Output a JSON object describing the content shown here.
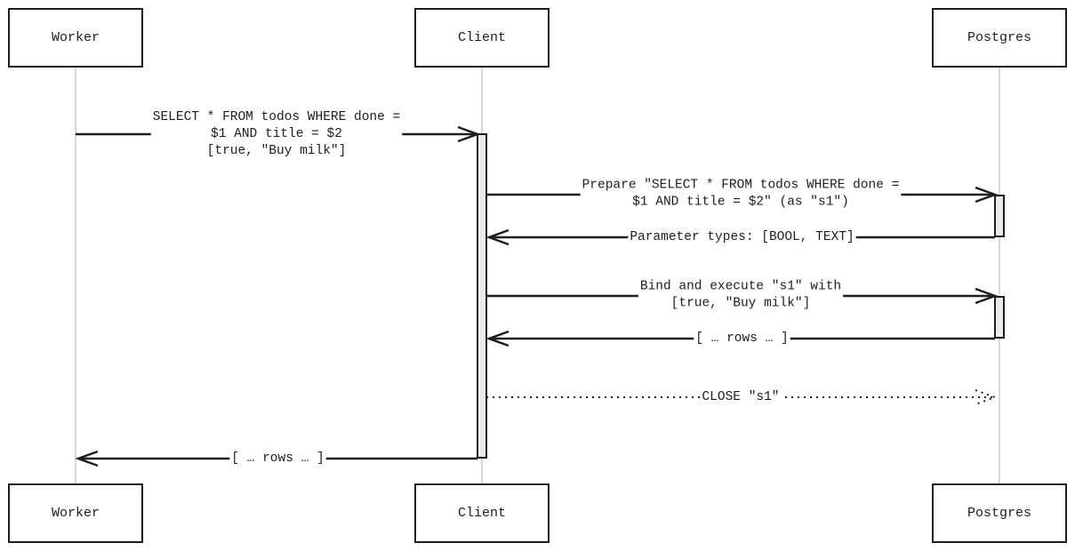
{
  "participants": [
    {
      "id": "worker",
      "label": "Worker"
    },
    {
      "id": "client",
      "label": "Client"
    },
    {
      "id": "postgres",
      "label": "Postgres"
    }
  ],
  "messages": [
    {
      "from": "worker",
      "to": "client",
      "style": "solid",
      "lines": [
        "SELECT * FROM todos WHERE done =",
        "$1 AND title = $2",
        "[true, \"Buy milk\"]"
      ]
    },
    {
      "from": "client",
      "to": "postgres",
      "style": "solid",
      "lines": [
        "Prepare \"SELECT * FROM todos WHERE done =",
        "$1 AND title = $2\" (as \"s1\")"
      ]
    },
    {
      "from": "postgres",
      "to": "client",
      "style": "solid",
      "lines": [
        "Parameter types: [BOOL, TEXT]"
      ]
    },
    {
      "from": "client",
      "to": "postgres",
      "style": "solid",
      "lines": [
        "Bind and execute \"s1\" with",
        "[true, \"Buy milk\"]"
      ]
    },
    {
      "from": "postgres",
      "to": "client",
      "style": "solid",
      "lines": [
        "[ … rows … ]"
      ]
    },
    {
      "from": "client",
      "to": "postgres",
      "style": "dotted",
      "lines": [
        "CLOSE \"s1\""
      ]
    },
    {
      "from": "client",
      "to": "worker",
      "style": "solid",
      "lines": [
        "[ … rows … ]"
      ]
    }
  ]
}
